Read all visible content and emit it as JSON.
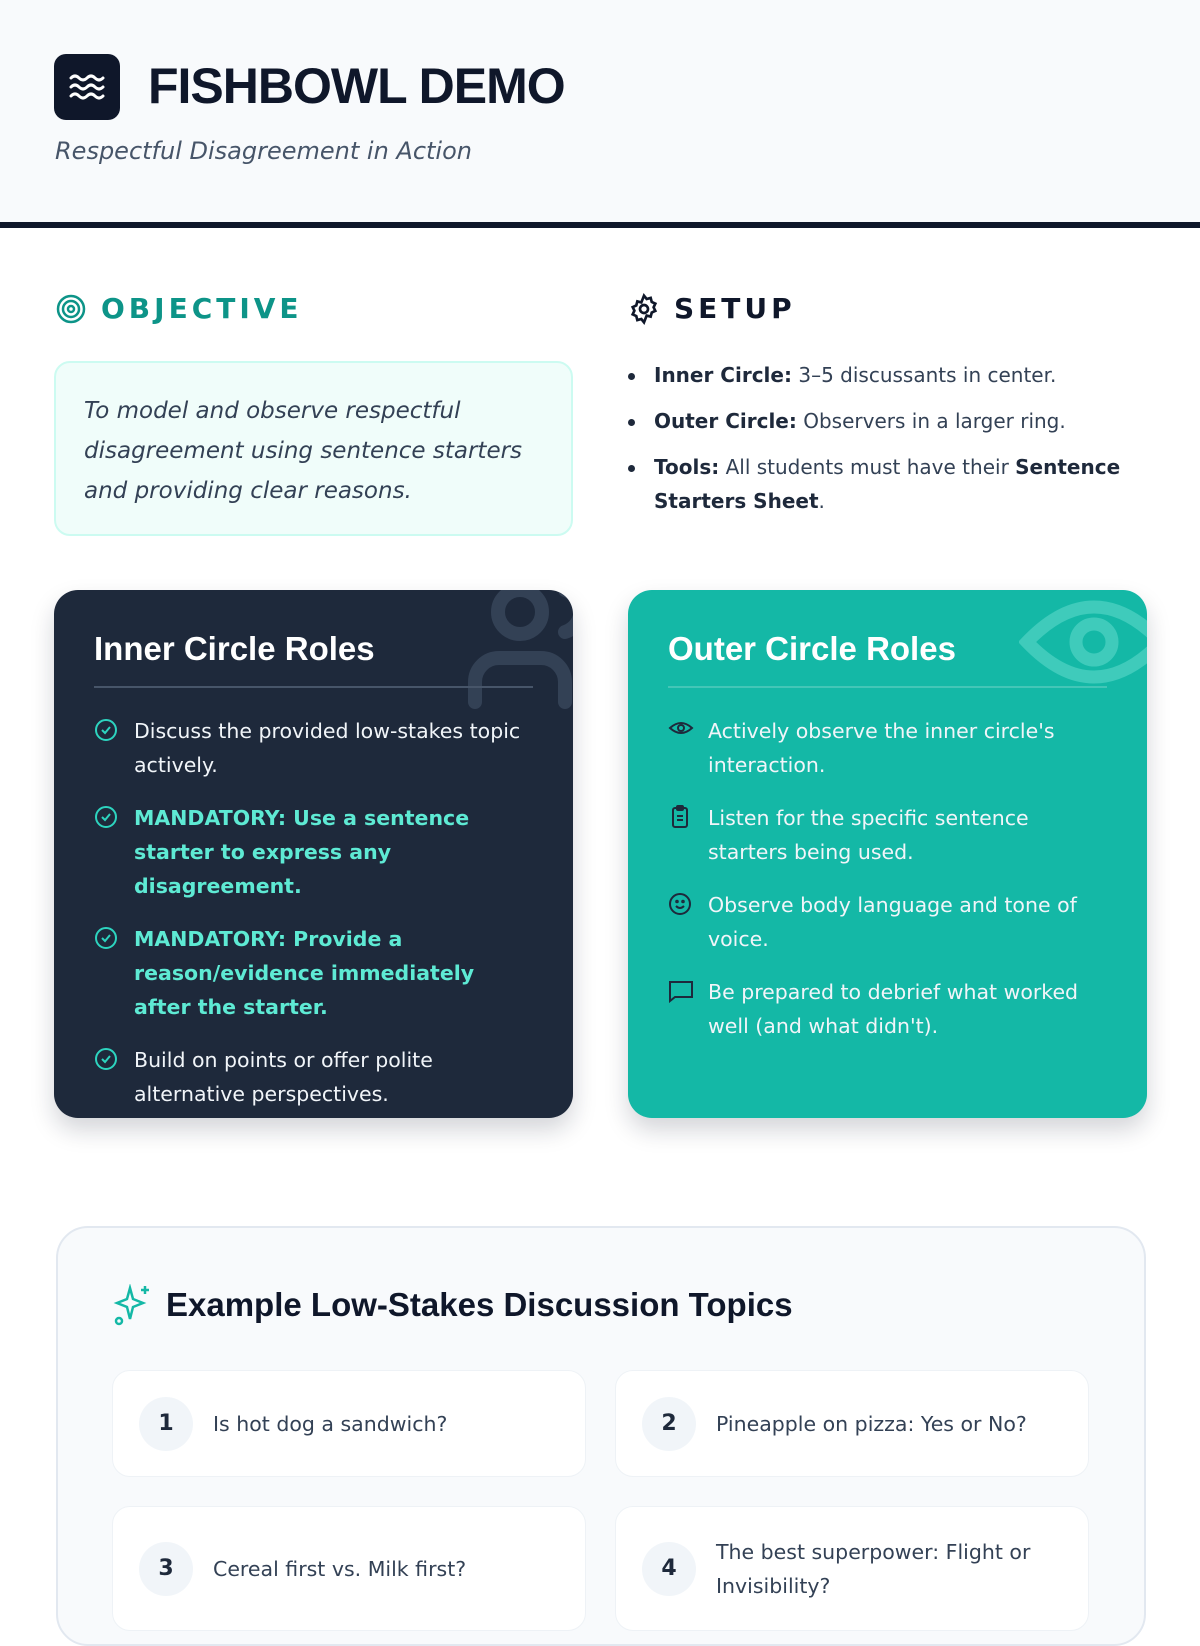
{
  "header": {
    "title": "FISHBOWL DEMO",
    "subtitle": "Respectful Disagreement in Action",
    "logo_icon": "waves-icon"
  },
  "objective": {
    "heading": "OBJECTIVE",
    "text": "To model and observe respectful disagreement using sentence starters and providing clear reasons."
  },
  "setup": {
    "heading": "SETUP",
    "items": [
      {
        "label": "Inner Circle:",
        "text": " 3–5 discussants in center."
      },
      {
        "label": "Outer Circle:",
        "text": " Observers in a larger ring."
      },
      {
        "label": "Tools:",
        "text": " All students must have their ",
        "bold2": "Sentence Starters Sheet",
        "end": "."
      }
    ]
  },
  "inner": {
    "title": "Inner Circle Roles",
    "items": [
      "Discuss the provided low-stakes topic actively.",
      "MANDATORY: Use a sentence starter to express any disagreement.",
      "MANDATORY: Provide a reason/evidence immediately after the starter.",
      "Build on points or offer polite alternative perspectives."
    ]
  },
  "outer": {
    "title": "Outer Circle Roles",
    "items": [
      "Actively observe the inner circle's interaction.",
      "Listen for the specific sentence starters being used.",
      "Observe body language and tone of voice.",
      "Be prepared to debrief what worked well (and what didn't)."
    ]
  },
  "topics": {
    "heading": "Example Low-Stakes Discussion Topics",
    "items": [
      {
        "num": "1",
        "text": "Is hot dog a sandwich?"
      },
      {
        "num": "2",
        "text": "Pineapple on pizza: Yes or No?"
      },
      {
        "num": "3",
        "text": "Cereal first vs. Milk first?"
      },
      {
        "num": "4",
        "text": "The best superpower: Flight or Invisibility?"
      }
    ]
  },
  "colors": {
    "teal": "#14b8a6",
    "dark": "#1e293b",
    "accent_text": "#0d9488",
    "mint": "#5eead4"
  }
}
